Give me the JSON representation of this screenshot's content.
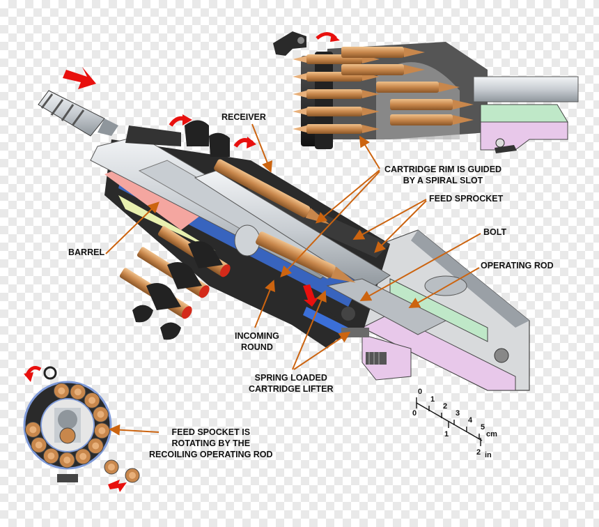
{
  "labels": {
    "receiver": "RECEIVER",
    "rim_guided": [
      "CARTRIDGE RIM IS GUIDED",
      "BY A SPIRAL SLOT"
    ],
    "feed_sprocket": "FEED SPROCKET",
    "bolt": "BOLT",
    "operating_rod": "OPERATING ROD",
    "barrel": "BARREL",
    "incoming_round": [
      "INCOMING",
      "ROUND"
    ],
    "cartridge_lifter": [
      "SPRING LOADED",
      "CARTRIDGE LIFTER"
    ],
    "feed_spocket_note": [
      "FEED SPOCKET IS",
      "ROTATING BY THE",
      "RECOILING OPERATING ROD"
    ]
  },
  "scale": {
    "cm_ticks": [
      "0",
      "1",
      "2",
      "3",
      "4",
      "5"
    ],
    "cm_unit": "cm",
    "in_ticks": [
      "0",
      "1",
      "2"
    ],
    "in_unit": "in"
  },
  "colors": {
    "brass": "#c8874c",
    "brass_light": "#e8b07a",
    "arrow_red": "#e8100e",
    "leader_orange": "#cc6410",
    "steel": "#c8cdd2",
    "dark": "#1e1e1e",
    "primer_red": "#d42a1a"
  }
}
